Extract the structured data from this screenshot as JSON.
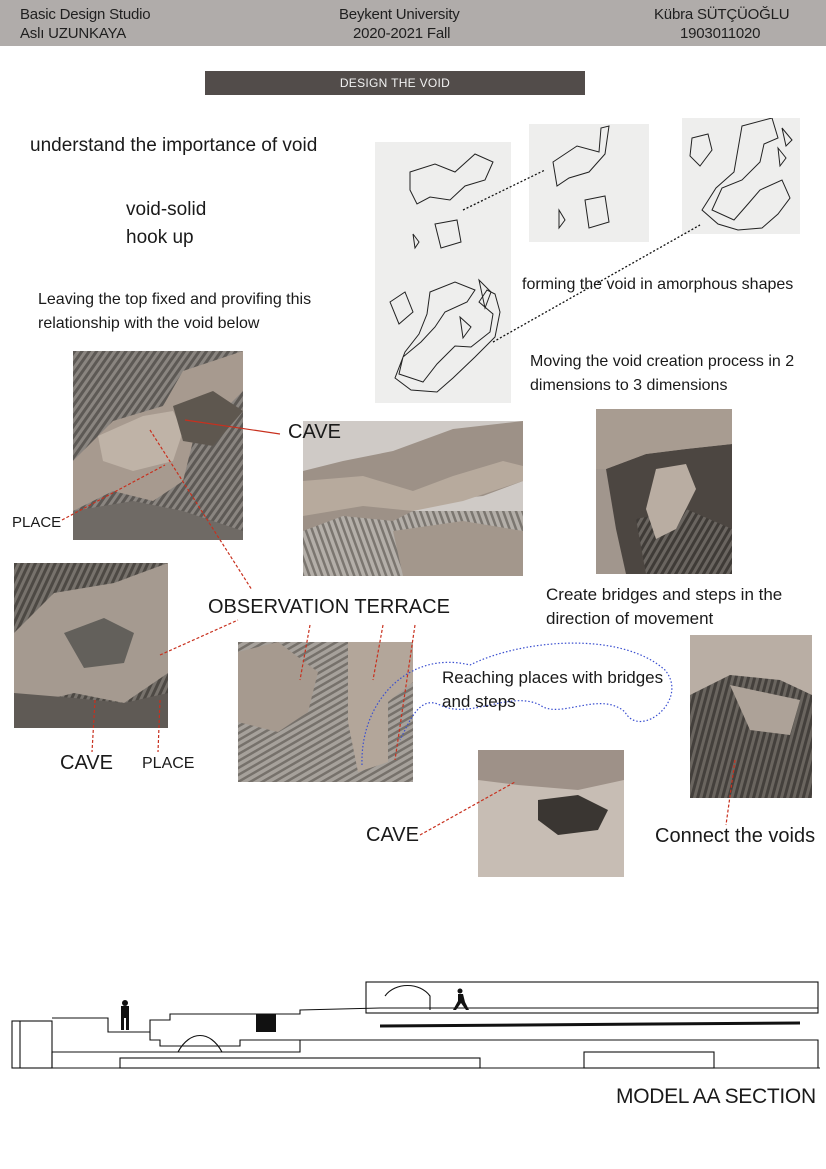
{
  "header": {
    "course": "Basic Design Studio",
    "instructor": "Aslı UZUNKAYA",
    "university": "Beykent University",
    "term": "2020-2021 Fall",
    "student_name": "Kübra SÜTÇÜOĞLU",
    "student_id": "1903011020"
  },
  "title": "DESIGN THE VOID",
  "texts": {
    "importance": "understand the importance of void",
    "void_solid": "void-solid",
    "hook_up": "hook up",
    "leaving_top": "Leaving the top fixed and provifing this relationship with the void below",
    "amorphous": "forming the void in amorphous shapes",
    "moving_void": "Moving the void creation process in 2 dimensions to 3 dimensions",
    "cave_1": "CAVE",
    "place_1": "PLACE",
    "observation": "OBSERVATION TERRACE",
    "create_bridges": "Create bridges and steps in the direction of movement",
    "reaching": "Reaching places with bridges and steps",
    "cave_2": "CAVE",
    "place_2": "PLACE",
    "cave_3": "CAVE",
    "connect": "Connect the voids",
    "section_title": "MODEL AA SECTION"
  },
  "colors": {
    "header_bg": "#b0acaa",
    "title_bar_bg": "#524c4a",
    "cardboard": "#9c9189",
    "annotation_red": "#c8301e",
    "annotation_blue": "#3a4fd0"
  }
}
